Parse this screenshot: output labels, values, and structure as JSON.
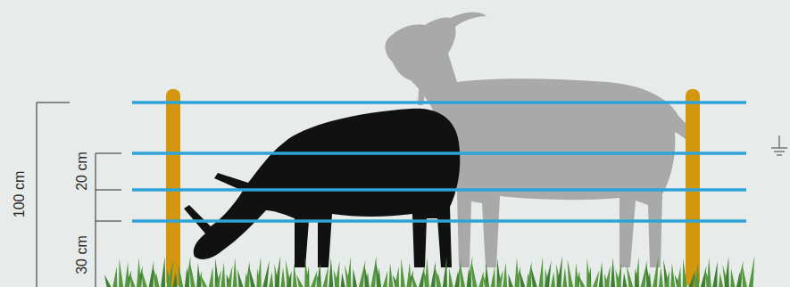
{
  "diagram": {
    "labels": [
      "100 cm",
      "20 cm",
      "30 cm"
    ]
  }
}
